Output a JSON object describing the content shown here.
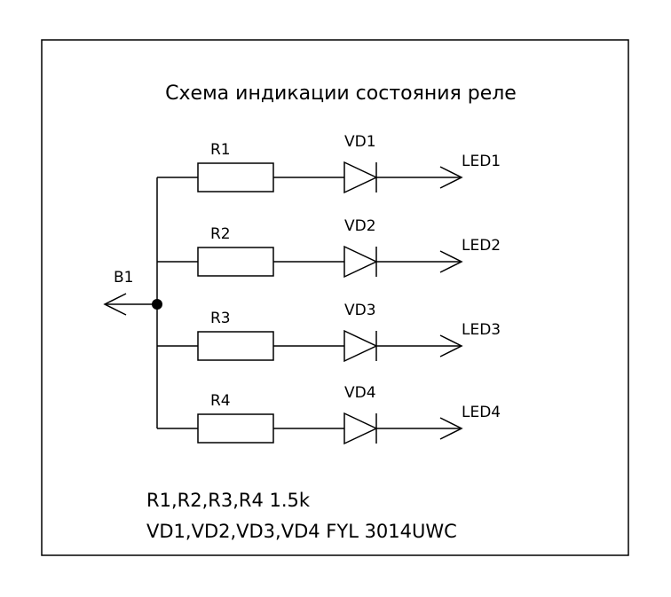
{
  "title": "Схема индикации состояния реле",
  "input": {
    "label": "B1"
  },
  "branches": [
    {
      "resistor": "R1",
      "diode": "VD1",
      "output": "LED1"
    },
    {
      "resistor": "R2",
      "diode": "VD2",
      "output": "LED2"
    },
    {
      "resistor": "R3",
      "diode": "VD3",
      "output": "LED3"
    },
    {
      "resistor": "R4",
      "diode": "VD4",
      "output": "LED4"
    }
  ],
  "notes": [
    "R1,R2,R3,R4 1.5k",
    "VD1,VD2,VD3,VD4 FYL 3014UWC"
  ]
}
